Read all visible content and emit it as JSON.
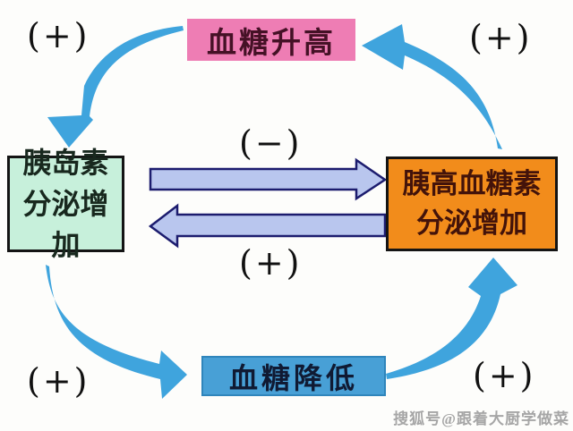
{
  "diagram": {
    "top_box": {
      "text": "血糖升高"
    },
    "left_box": {
      "line1": "胰岛素",
      "line2": "分泌增加"
    },
    "right_box": {
      "line1": "胰高血糖素",
      "line2": "分泌增加"
    },
    "bottom_box": {
      "text": "血糖降低"
    },
    "labels": {
      "top_left": "(+)",
      "top_right": "(+)",
      "middle_negative": "(−)",
      "middle_positive": "(+)",
      "bottom_left": "(+)",
      "bottom_right": "(+)"
    }
  },
  "colors": {
    "background": "#fdfdfb",
    "pink_box_bg": "#ee7db4",
    "pink_box_text": "#451126",
    "green_box_bg": "#c7f0db",
    "green_box_text": "#18281e",
    "orange_box_bg": "#f28c1b",
    "orange_box_text": "#43130a",
    "blue_box_bg": "#48a0d6",
    "blue_box_text": "#101a33",
    "box_border": "#141414",
    "block_arrow_fill": "#b9c6ee",
    "block_arrow_stroke": "#1c1c6e",
    "curved_arrow_fill": "#3fa4dd",
    "label_text": "#111111",
    "watermark_text": "#a6a6a6"
  },
  "watermark": {
    "text": "搜狐号@跟着大厨学做菜"
  }
}
